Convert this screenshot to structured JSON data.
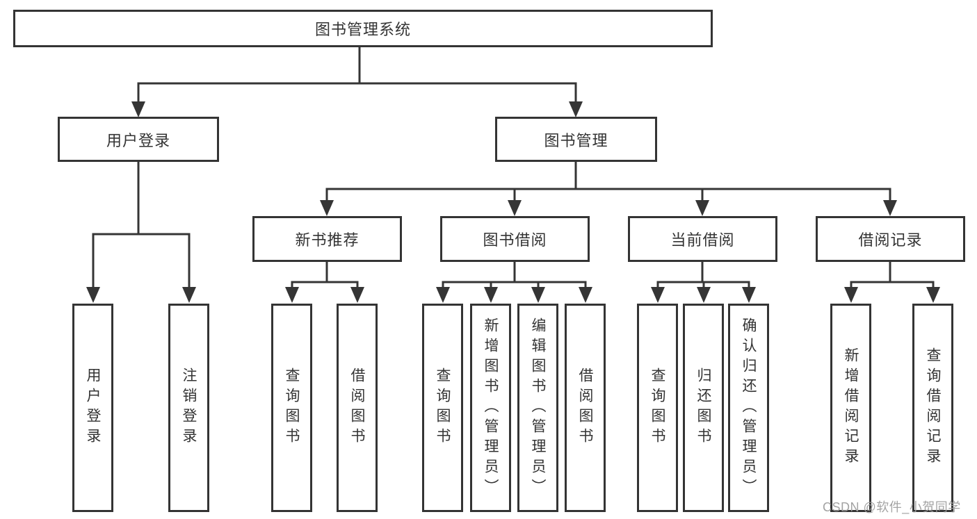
{
  "diagram": {
    "title": "图书管理系统",
    "branches": [
      {
        "label": "用户登录",
        "children": [
          "用户登录",
          "注销登录"
        ]
      },
      {
        "label": "图书管理",
        "groups": [
          {
            "label": "新书推荐",
            "children": [
              "查询图书",
              "借阅图书"
            ]
          },
          {
            "label": "图书借阅",
            "children": [
              "查询图书",
              "新增图书（管理员）",
              "编辑图书（管理员）",
              "借阅图书"
            ]
          },
          {
            "label": "当前借阅",
            "children": [
              "查询图书",
              "归还图书",
              "确认归还（管理员）"
            ]
          },
          {
            "label": "借阅记录",
            "children": [
              "新增借阅记录",
              "查询借阅记录"
            ]
          }
        ]
      }
    ]
  },
  "watermark": "CSDN @软件_小贺同学",
  "colors": {
    "line": "#353535",
    "text": "#333333",
    "watermark": "#9e9e9e",
    "background": "#ffffff"
  }
}
